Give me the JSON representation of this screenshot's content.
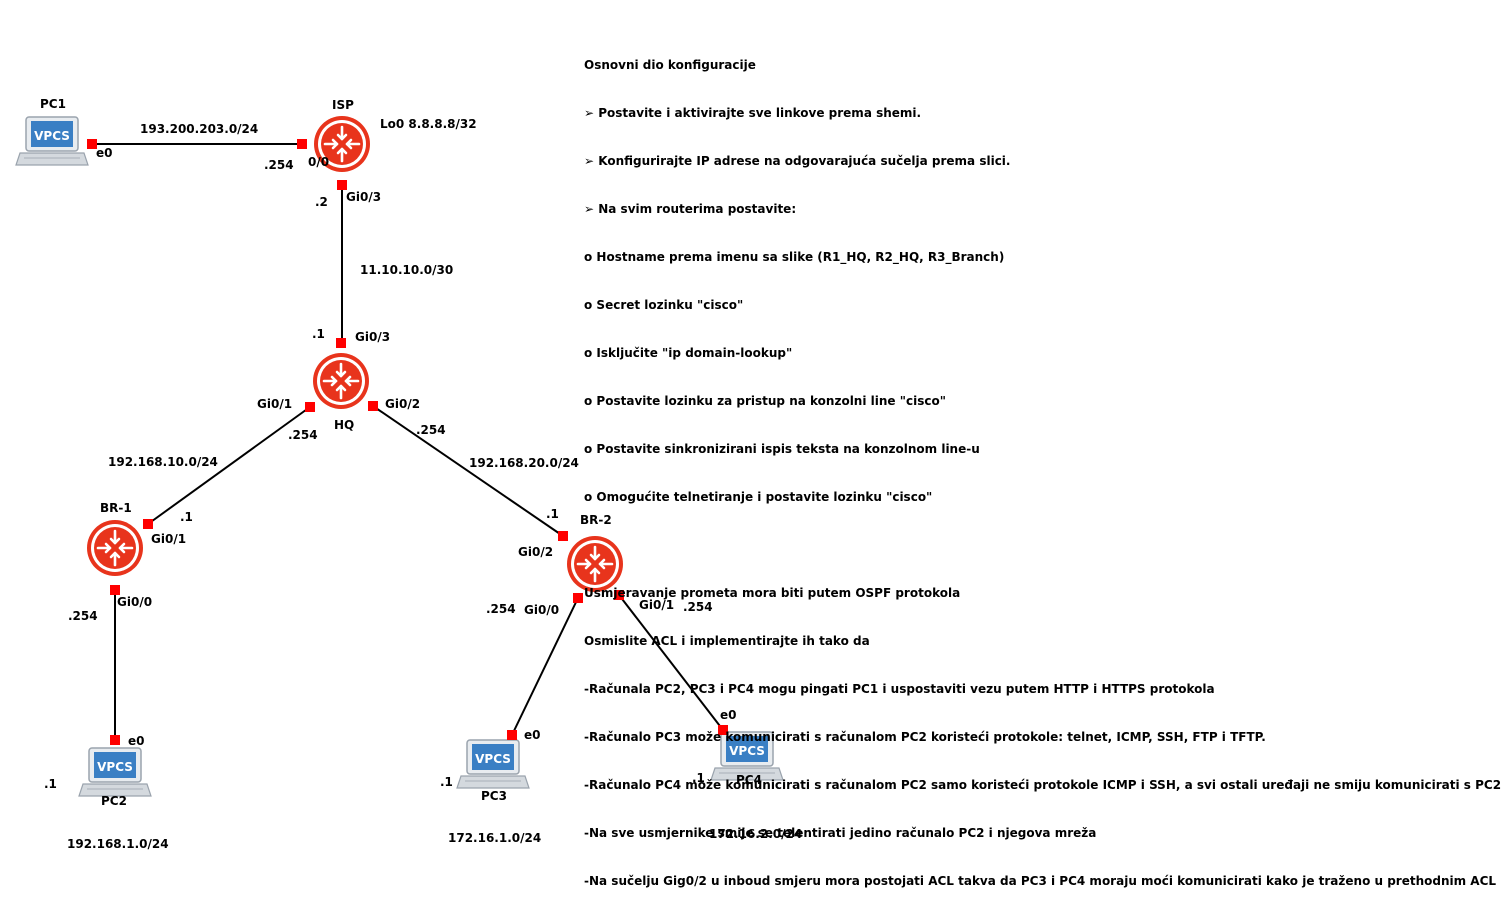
{
  "nodes": {
    "pc1": {
      "name": "PC1",
      "badge": "VPCS",
      "iface": "e0"
    },
    "isp": {
      "name": "ISP",
      "loopback": "Lo0 8.8.8.8/32",
      "if_pc1": "0/0",
      "ip_pc1": ".254",
      "if_hq": "Gi0/3",
      "ip_hq": ".2"
    },
    "hq": {
      "name": "HQ",
      "if_isp": "Gi0/3",
      "ip_isp": ".1",
      "if_br1": "Gi0/1",
      "ip_br1": ".254",
      "if_br2": "Gi0/2",
      "ip_br2": ".254"
    },
    "br1": {
      "name": "BR-1",
      "if_hq": "Gi0/1",
      "ip_hq": ".1",
      "if_pc2": "Gi0/0",
      "ip_pc2": ".254"
    },
    "br2": {
      "name": "BR-2",
      "if_hq": "Gi0/2",
      "ip_hq": ".1",
      "if_pc3": "Gi0/0",
      "ip_pc3": ".254",
      "if_pc4": "Gi0/1",
      "ip_pc4": ".254"
    },
    "pc2": {
      "name": "PC2",
      "badge": "VPCS",
      "iface": "e0",
      "ip": ".1"
    },
    "pc3": {
      "name": "PC3",
      "badge": "VPCS",
      "iface": "e0",
      "ip": ".1"
    },
    "pc4": {
      "name": "PC4",
      "badge": "VPCS",
      "iface": "e0",
      "ip": ".1"
    }
  },
  "networks": {
    "pc1_isp": "193.200.203.0/24",
    "isp_hq": "11.10.10.0/30",
    "hq_br1": "192.168.10.0/24",
    "hq_br2": "192.168.20.0/24",
    "lan_pc2": "192.168.1.0/24",
    "lan_pc3": "172.16.1.0/24",
    "lan_pc4": "172.16.2.0/24"
  },
  "instructions": [
    "Osnovni dio konfiguracije",
    "➢ Postavite i aktivirajte sve linkove prema shemi.",
    "➢ Konfigurirajte IP adrese na odgovarajuća sučelja prema slici.",
    "➢ Na svim routerima postavite:",
    "o Hostname prema imenu sa slike (R1_HQ, R2_HQ, R3_Branch)",
    "o Secret lozinku \"cisco\"",
    "o Isključite \"ip domain-lookup\"",
    "o Postavite lozinku za pristup na konzolni line \"cisco\"",
    "o Postavite sinkronizirani ispis teksta na konzolnom line-u",
    "o Omogućite telnetiranje i postavite lozinku \"cisco\"",
    "",
    "Usmjeravanje prometa mora biti putem OSPF protokola",
    "Osmislite ACL i implementirajte ih tako da",
    "-Računala PC2, PC3 i PC4 mogu pingati PC1 i uspostaviti vezu putem HTTP i HTTPS protokola",
    "-Računalo PC3 može komunicirati s računalom PC2 koristeći protokole: telnet, ICMP, SSH, FTP i TFTP.",
    "-Računalo PC4 može komunicirati s računalom PC2 samo koristeći protokole ICMP i SSH, a svi ostali uređaji ne smiju komunicirati s PC2",
    "-Na sve usmjernike smije se telentirati jedino računalo PC2 i njegova mreža",
    "-Na sučelju Gig0/2 u inboud smjeru mora postojati ACL takva da PC3 i PC4 moraju moći komunicirati kako je traženo u prethodnim ACL"
  ],
  "colors": {
    "router": "#e8341c",
    "port": "#ff0000",
    "link": "#000000",
    "pc_screen": "#3a7fc4"
  },
  "icons": {
    "router": "router-icon",
    "pc": "vpcs-pc-icon"
  }
}
